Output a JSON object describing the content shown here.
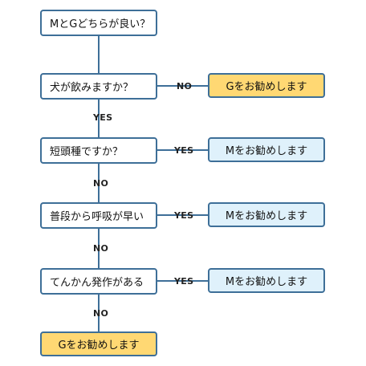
{
  "nodes": {
    "start": "MとGどちらが良い？",
    "q_dog": "犬が飲みますか？",
    "q_brachy": "短頭種ですか？",
    "q_breath": "普段から呼吸が早い",
    "q_epilepsy": "てんかん発作がある"
  },
  "results": {
    "g_dog": "Gをお勧めします",
    "m_brachy": "Mをお勧めします",
    "m_breath": "Mをお勧めします",
    "m_epilepsy": "Mをお勧めします",
    "g_final": "Gをお勧めします"
  },
  "labels": {
    "dog_no": "NO",
    "dog_yes": "YES",
    "brachy_yes": "YES",
    "brachy_no": "NO",
    "breath_yes": "YES",
    "breath_no": "NO",
    "epilepsy_yes": "YES",
    "epilepsy_no": "NO"
  },
  "colors": {
    "border": "#3e6f98",
    "connector": "#3e6f98",
    "result_blue": "#dff1fb",
    "result_gold": "#ffd873"
  }
}
